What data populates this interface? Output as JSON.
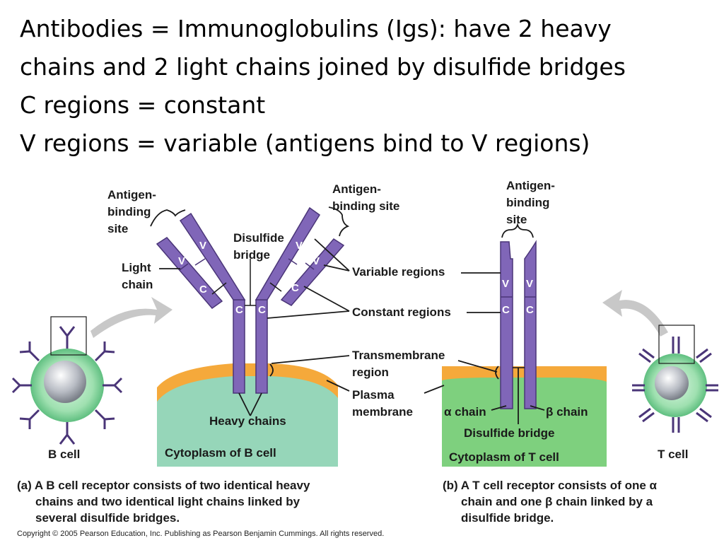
{
  "title_lines": [
    "Antibodies = Immunoglobulins (Igs): have 2 heavy",
    "chains and 2 light chains joined by disulfide bridges",
    "C regions = constant",
    "V regions = variable (antigens bind to V regions)"
  ],
  "labels": {
    "antigen_site_left": [
      "Antigen-",
      "binding",
      "site"
    ],
    "antigen_site_right": [
      "Antigen-",
      "binding site"
    ],
    "antigen_site_tcell": [
      "Antigen-",
      "binding",
      "site"
    ],
    "light_chain": [
      "Light",
      "chain"
    ],
    "disulfide_bridge": [
      "Disulfide",
      "bridge"
    ],
    "variable_regions": "Variable regions",
    "constant_regions": "Constant regions",
    "transmembrane_region": [
      "Transmembrane",
      "region"
    ],
    "plasma_membrane": [
      "Plasma",
      "membrane"
    ],
    "heavy_chains": "Heavy chains",
    "cytoplasm_b": "Cytoplasm of B cell",
    "cytoplasm_t": "Cytoplasm of T cell",
    "alpha_chain": "α chain",
    "beta_chain": "β chain",
    "disulfide_bridge_t": "Disulfide bridge",
    "b_cell": "B cell",
    "t_cell": "T cell",
    "v": "V",
    "c": "C"
  },
  "captions": {
    "a": [
      "(a) A B cell receptor consists of two identical heavy",
      "chains and two identical light chains linked by",
      "several disulfide bridges."
    ],
    "b": [
      "(b) A T cell receptor consists of one α",
      "chain and one β chain linked by a",
      "disulfide bridge."
    ]
  },
  "copyright": "Copyright © 2005 Pearson Education, Inc. Publishing as Pearson Benjamin Cummings. All rights reserved.",
  "colors": {
    "chain_purple": "#8066b8",
    "chain_outline": "#4a3578",
    "membrane_orange": "#f5a93b",
    "cytoplasm_b": "#96d6b9",
    "cytoplasm_t": "#7ed07e",
    "arrow_gray": "#c8c8c8"
  }
}
